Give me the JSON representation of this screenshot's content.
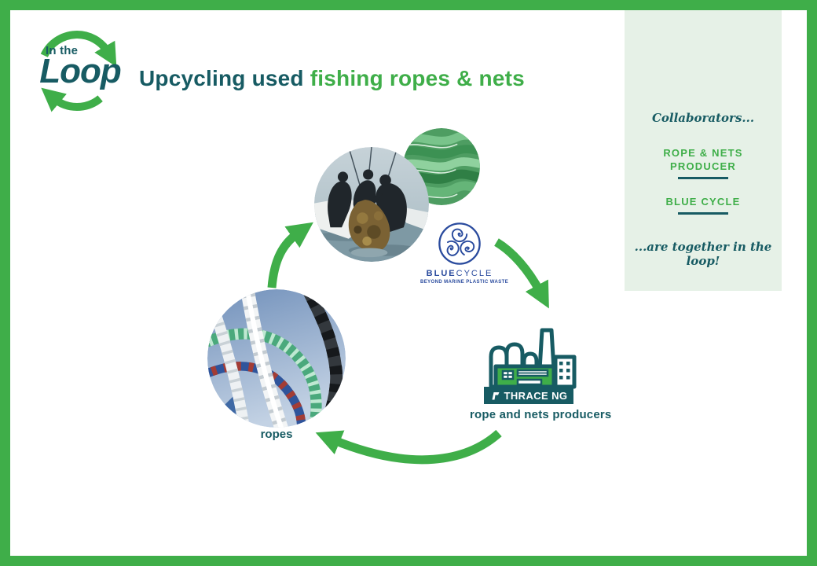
{
  "logo": {
    "line1": "In the",
    "line2": "Loop"
  },
  "title": {
    "part1": "Upcycling used",
    "part2": "fishing ropes & nets"
  },
  "sidebar": {
    "heading": "Collaborators...",
    "items": [
      {
        "label": "ROPE & NETS PRODUCER"
      },
      {
        "label": "BLUE CYCLE"
      }
    ],
    "footer": "...are together in the loop!"
  },
  "diagram": {
    "bluecycle": {
      "name_bold": "BLUE",
      "name_light": "CYCLE",
      "tagline": "BEYOND MARINE PLASTIC WASTE"
    },
    "factory": {
      "banner": "THRACE NG",
      "caption": "rope and nets producers"
    },
    "ropes_label": "ropes"
  },
  "colors": {
    "green": "#3fae49",
    "teal": "#175b63",
    "panel_bg": "#e6f1e7",
    "blue": "#2a4b9e"
  }
}
